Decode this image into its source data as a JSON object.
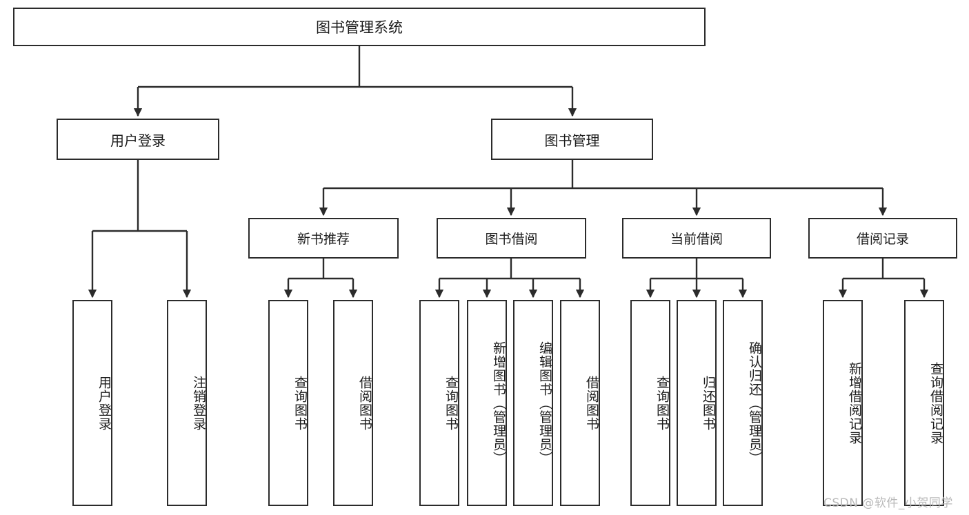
{
  "diagram": {
    "title": "图书管理系统",
    "watermark": "CSDN @软件_小贺同学",
    "type": "tree-hierarchy",
    "line_color": "#2b2b2b",
    "box_fill": "#ffffff",
    "watermark_color": "#b9b9b9"
  },
  "root": {
    "label": "图书管理系统"
  },
  "level1": [
    {
      "label": "用户登录"
    },
    {
      "label": "图书管理"
    }
  ],
  "level2": [
    {
      "label": "新书推荐"
    },
    {
      "label": "图书借阅"
    },
    {
      "label": "当前借阅"
    },
    {
      "label": "借阅记录"
    }
  ],
  "leaves": {
    "user_login": [
      {
        "label": "用户登录"
      },
      {
        "label": "注销登录"
      }
    ],
    "new_book": [
      {
        "label": "查询图书"
      },
      {
        "label": "借阅图书"
      }
    ],
    "borrow_book": [
      {
        "label": "查询图书"
      },
      {
        "label": "新增图书（管理员）"
      },
      {
        "label": "编辑图书（管理员）"
      },
      {
        "label": "借阅图书"
      }
    ],
    "current_borrow": [
      {
        "label": "查询图书"
      },
      {
        "label": "归还图书"
      },
      {
        "label": "确认归还（管理员）"
      }
    ],
    "borrow_record": [
      {
        "label": "新增借阅记录"
      },
      {
        "label": "查询借阅记录"
      }
    ]
  }
}
